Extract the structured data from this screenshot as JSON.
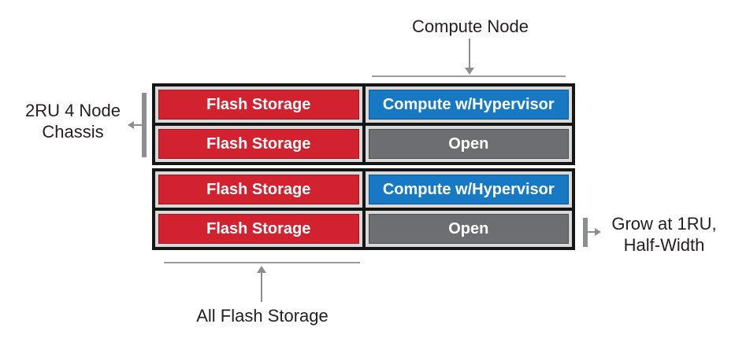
{
  "annotations": {
    "compute_node": {
      "label": "Compute Node"
    },
    "chassis_bracket": {
      "line1": "2RU 4 Node",
      "line2": "Chassis"
    },
    "all_flash": {
      "label": "All Flash Storage"
    },
    "grow": {
      "line1": "Grow at 1RU,",
      "line2": "Half-Width"
    }
  },
  "chassis_units": [
    {
      "name": "chassis-top",
      "nodes": [
        {
          "label": "Flash Storage",
          "type": "flash"
        },
        {
          "label": "Compute w/Hypervisor",
          "type": "compute"
        },
        {
          "label": "Flash Storage",
          "type": "flash"
        },
        {
          "label": "Open",
          "type": "open"
        }
      ]
    },
    {
      "name": "chassis-bottom",
      "nodes": [
        {
          "label": "Flash Storage",
          "type": "flash"
        },
        {
          "label": "Compute w/Hypervisor",
          "type": "compute"
        },
        {
          "label": "Flash Storage",
          "type": "flash"
        },
        {
          "label": "Open",
          "type": "open"
        }
      ]
    }
  ],
  "colors": {
    "flash_red": "#d2212f",
    "compute_blue": "#1779c4",
    "open_gray": "#6c6e71",
    "chassis_frame": "#161616",
    "chassis_inset": "#d8d9d8",
    "annotation_gray": "#8c8e90",
    "line_gray": "#9a9c9e",
    "text_dark": "#231f20"
  }
}
